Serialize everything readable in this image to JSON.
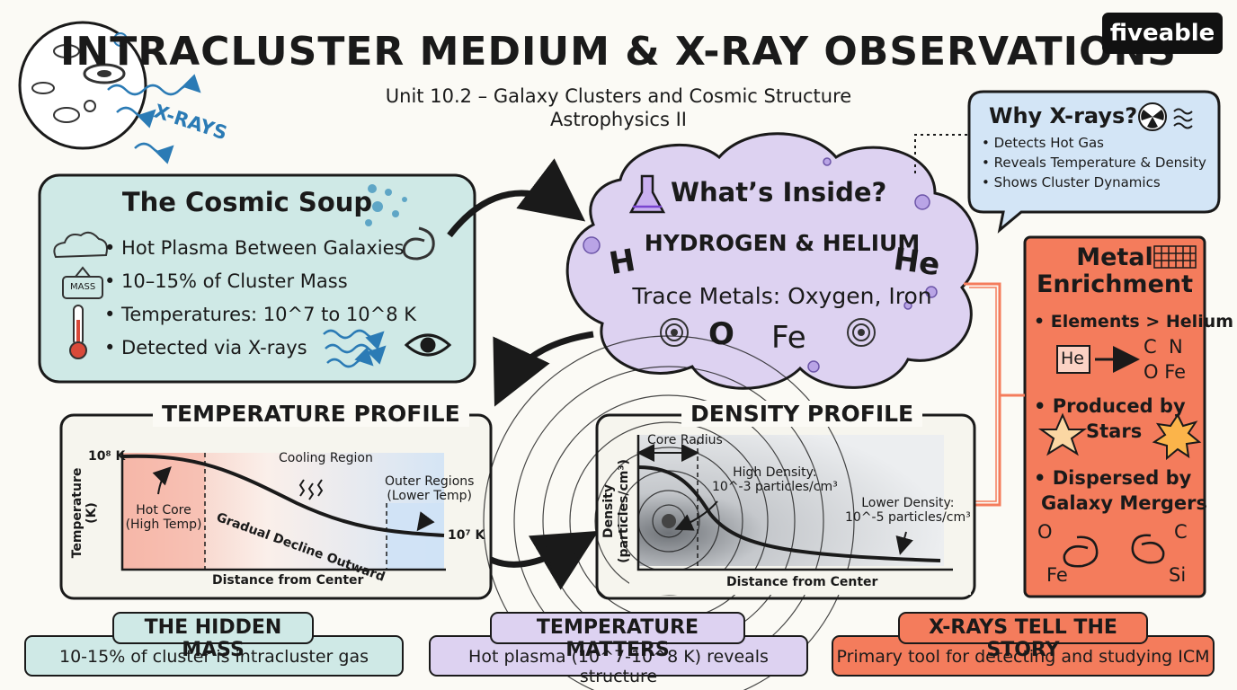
{
  "header": {
    "title": "INTRACLUSTER MEDIUM & X-RAY OBSERVATIONS",
    "subtitle_1": "Unit 10.2 – Galaxy Clusters and Cosmic Structure",
    "subtitle_2": "Astrophysics II",
    "xrays_label": "X-RAYS",
    "logo": "fiveable"
  },
  "cosmic_soup": {
    "title": "The Cosmic Soup",
    "items": [
      "• Hot Plasma Between Galaxies",
      "• 10–15% of Cluster Mass",
      "• Temperatures: 10^7 to 10^8 K",
      "• Detected via X-rays"
    ],
    "mass_label": "MASS"
  },
  "why_xrays": {
    "title": "Why X-rays?",
    "items": [
      "• Detects Hot Gas",
      "• Reveals Temperature & Density",
      "• Shows Cluster Dynamics"
    ]
  },
  "whats_inside": {
    "title": "What’s Inside?",
    "line1": "HYDROGEN & HELIUM",
    "line2": "Trace Metals: Oxygen, Iron",
    "elem_h": "H",
    "elem_he": "He",
    "elem_o": "O",
    "elem_fe": "Fe"
  },
  "metal_enrichment": {
    "title_1": "Metal",
    "title_2": "Enrichment",
    "bullet_1": "• Elements > Helium",
    "he_box": "He",
    "elems_row1": "C  N",
    "elems_row2": "O Fe",
    "bullet_2a": "• Produced by",
    "bullet_2b": "Stars",
    "bullet_3a": "• Dispersed by",
    "bullet_3b": "Galaxy Mergers",
    "corner_o": "O",
    "corner_c": "C",
    "corner_fe": "Fe",
    "corner_si": "Si"
  },
  "temperature_profile": {
    "title": "TEMPERATURE PROFILE",
    "y_label": "Temperature (K)",
    "x_label": "Distance from Center",
    "y_top": "10⁸ K",
    "y_bottom": "10⁷ K",
    "hot_core_1": "Hot Core",
    "hot_core_2": "(High Temp)",
    "cooling": "Cooling Region",
    "decline": "Gradual Decline Outward",
    "outer_1": "Outer Regions",
    "outer_2": "(Lower Temp)"
  },
  "density_profile": {
    "title": "DENSITY PROFILE",
    "y_label_1": "Density",
    "y_label_2": "(particles/cm³)",
    "x_label": "Distance from Center",
    "core_radius": "Core Radius",
    "high_1": "High Density:",
    "high_2": "10^-3 particles/cm³",
    "low_1": "Lower Density:",
    "low_2": "10^-5 particles/cm³"
  },
  "bottom": {
    "hidden_title": "THE HIDDEN MASS",
    "hidden_body": "10-15% of cluster is intracluster gas",
    "temp_title": "TEMPERATURE MATTERS",
    "temp_body": "Hot plasma (10^7-10^8 K) reveals structure",
    "xray_title": "X-RAYS TELL THE STORY",
    "xray_body": "Primary tool for detecting and studying ICM"
  },
  "colors": {
    "teal": "#cfe9e6",
    "lavender": "#ddd2f1",
    "blue": "#d3e5f6",
    "coral": "#f47c5c",
    "ink": "#1a1a1a"
  }
}
